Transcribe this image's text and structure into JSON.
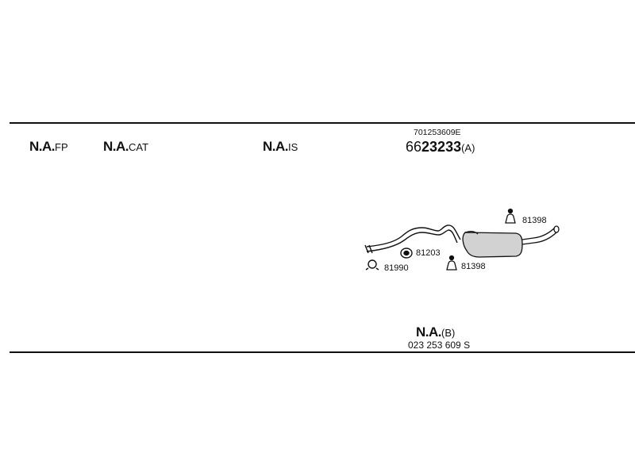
{
  "labels": {
    "fp": {
      "code": "N.A.",
      "suffix": "FP"
    },
    "cat": {
      "code": "N.A.",
      "suffix": "CAT"
    },
    "is": {
      "code": "N.A.",
      "suffix": "IS"
    },
    "a": {
      "oem": "701253609E",
      "prefix": "66",
      "number": "23233",
      "suffix": "(A)"
    },
    "b": {
      "code": "N.A.",
      "suffix": "(B)",
      "oem": "023 253 609 S"
    }
  },
  "parts": {
    "clamp": "81990",
    "ring": "81203",
    "mount_left": "81398",
    "mount_right": "81398"
  },
  "icons": {
    "clamp": "clamp-icon",
    "ring": "ring-icon",
    "mount": "rubber-mount-icon"
  }
}
